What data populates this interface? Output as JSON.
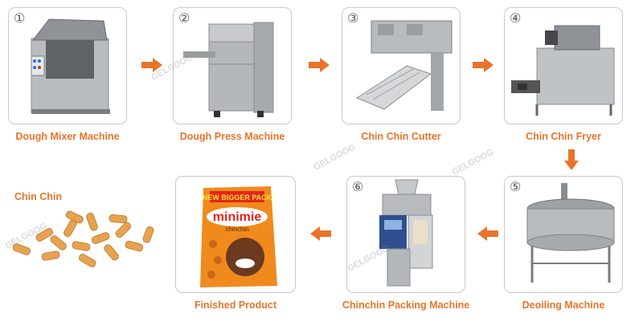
{
  "steps": [
    {
      "number": "①",
      "label": "Dough Mixer Machine"
    },
    {
      "number": "②",
      "label": "Dough Press Machine"
    },
    {
      "number": "③",
      "label": "Chin Chin Cutter"
    },
    {
      "number": "④",
      "label": "Chin Chin Fryer"
    },
    {
      "number": "⑤",
      "label": "Deoiling Machine"
    },
    {
      "number": "⑥",
      "label": "Chinchin Packing Machine"
    },
    {
      "label": "Finished Product"
    },
    {
      "label": "Chin Chin"
    }
  ],
  "package": {
    "top_text": "NEW BIGGER PACK",
    "brand": "minimie",
    "sub": "chinchin"
  },
  "watermark": "GELGOOG",
  "colors": {
    "label": "#e8742a",
    "arrow": "#e8742a",
    "border": "#c9c9c9"
  }
}
